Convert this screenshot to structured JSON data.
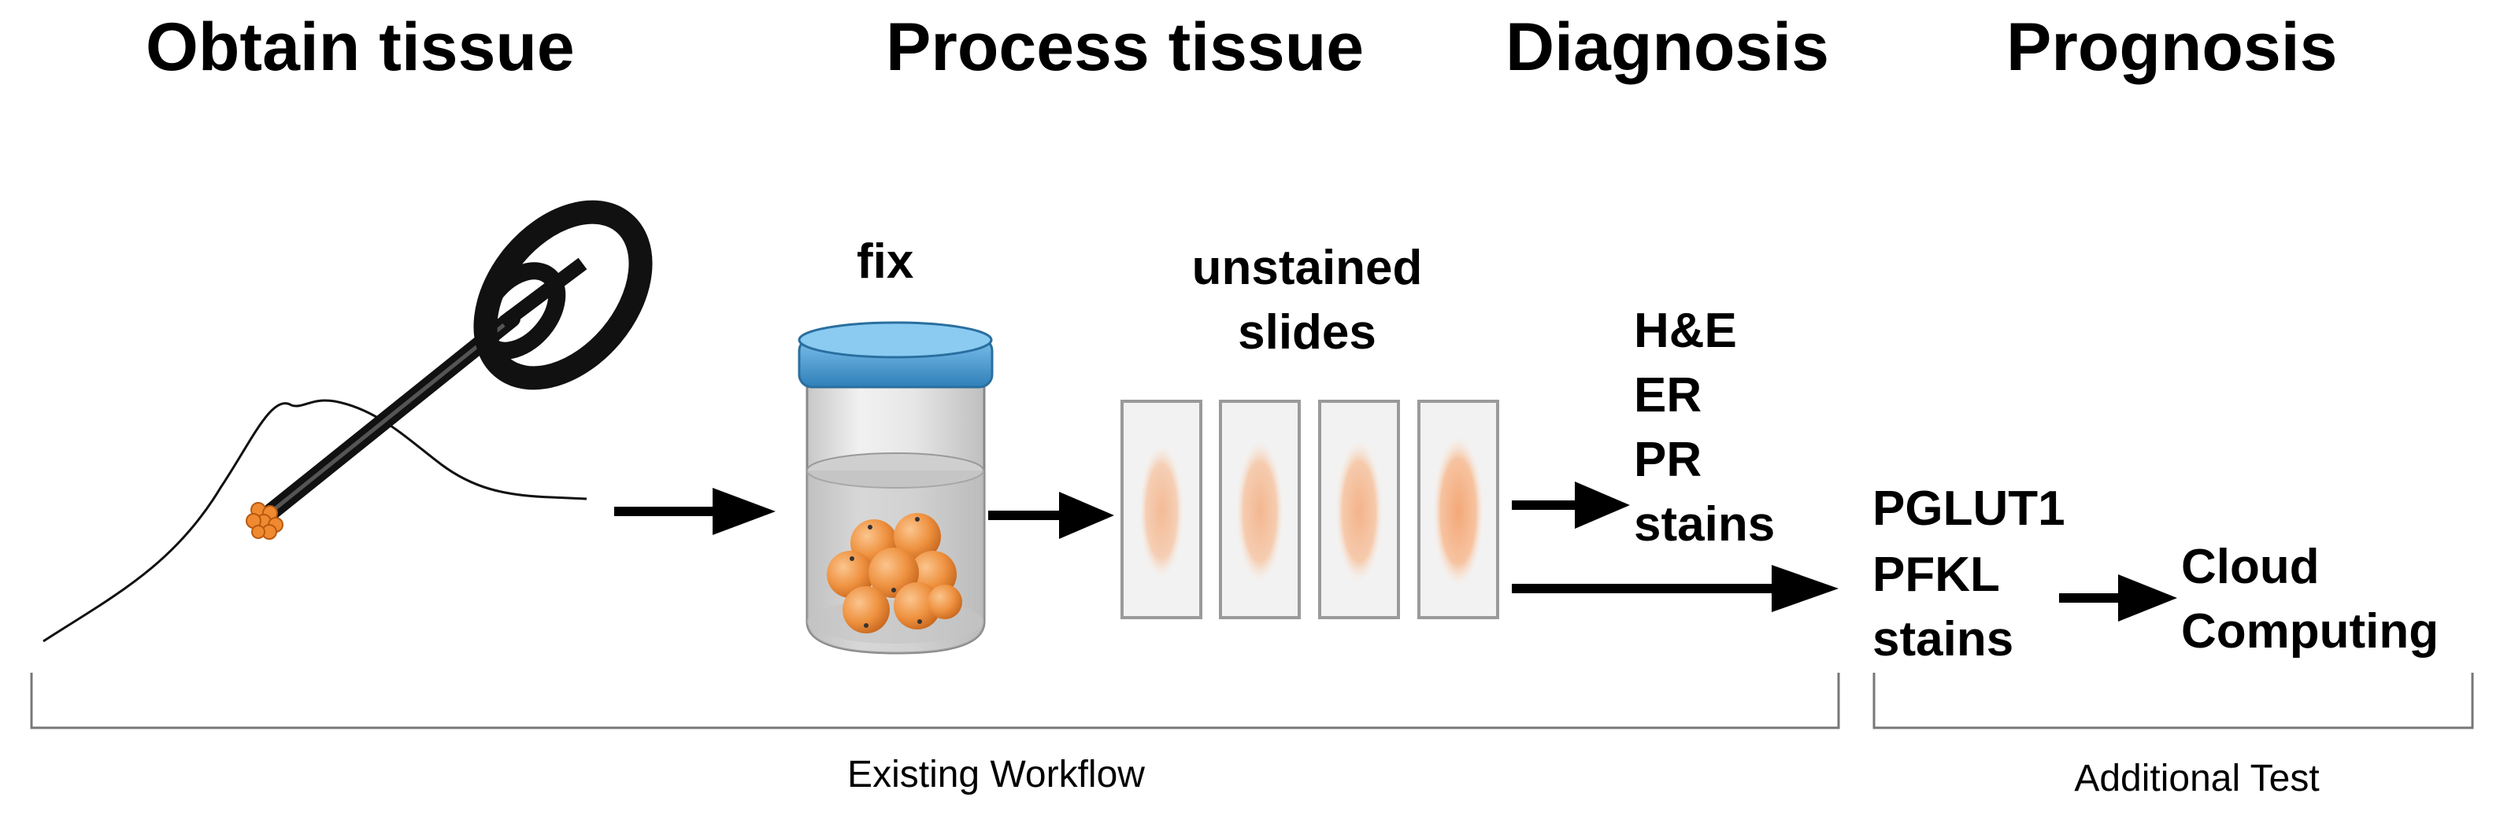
{
  "stages": {
    "obtain": "Obtain tissue",
    "process": "Process tissue",
    "diagnosis": "Diagnosis",
    "prognosis": "Prognosis"
  },
  "labels": {
    "fix": "fix",
    "slides_line1": "unstained",
    "slides_line2": "slides",
    "diag_stains": [
      "H&E",
      "ER",
      "PR",
      "stains"
    ],
    "prog_stains": [
      "PGLUT1",
      "PFKL",
      "stains"
    ],
    "cloud": [
      "Cloud",
      "Computing"
    ]
  },
  "brackets": {
    "existing": "Existing Workflow",
    "additional": "Additional Test"
  },
  "colors": {
    "tissue_orange": "#f09a4a",
    "jar_lid_blue": "#4a9ed6",
    "slide_stain": "#f4b48a"
  }
}
